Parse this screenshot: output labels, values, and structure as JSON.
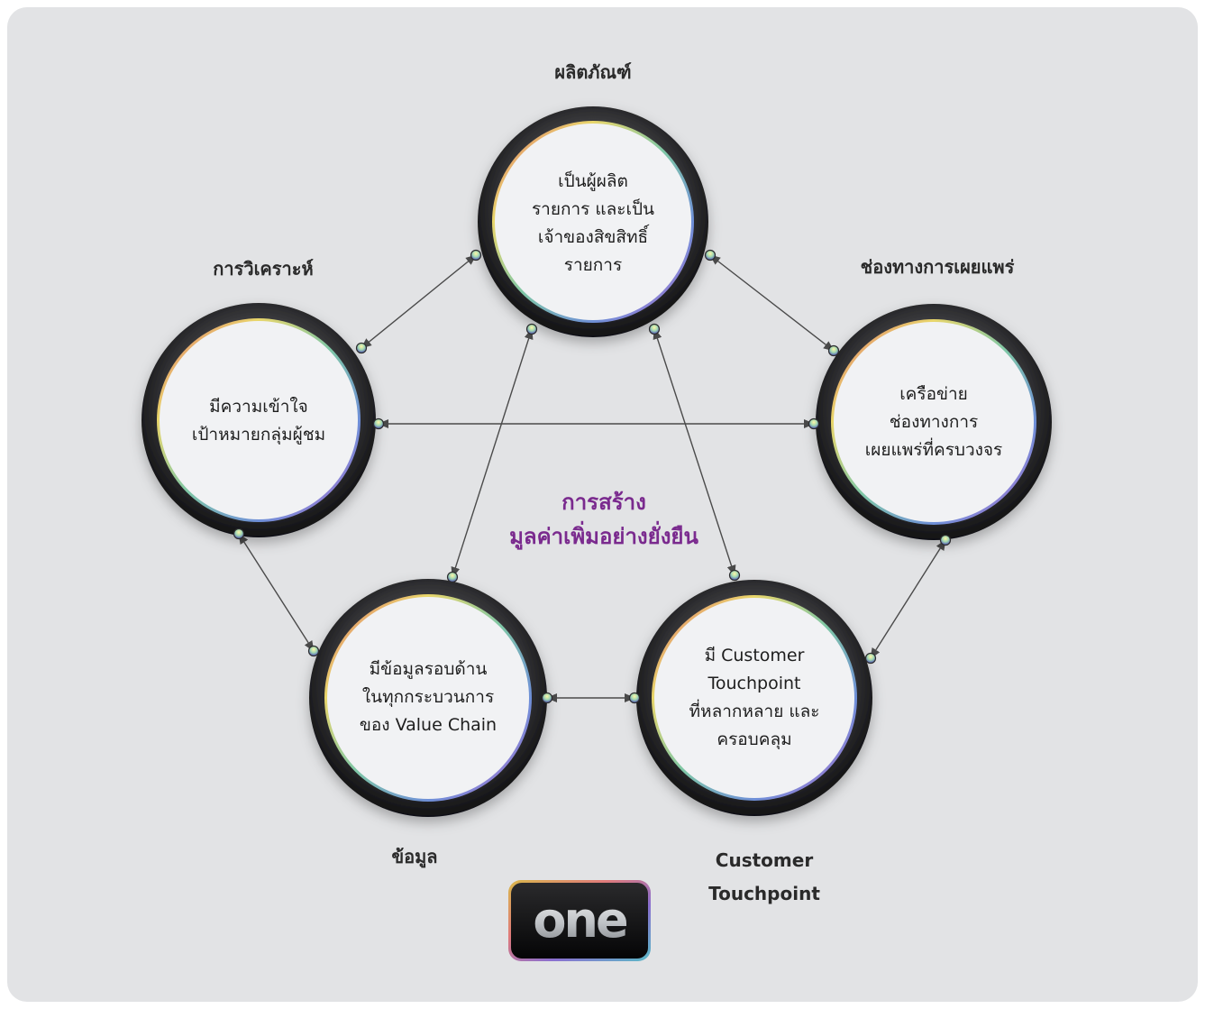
{
  "colors": {
    "background": "#e2e3e5",
    "ring": "#1f1f21",
    "circle_fill": "#f1f2f4",
    "arrow": "#4a4a4a",
    "center_title": "#7a2a8e"
  },
  "center": {
    "line1": "การสร้าง",
    "line2": "มูลค่าเพิ่มอย่างยั่งยืน"
  },
  "nodes": {
    "product": {
      "label": "ผลิตภัณฑ์",
      "lines": [
        "เป็นผู้ผลิต",
        "รายการ และเป็น",
        "เจ้าของสิขสิทธิ์",
        "รายการ"
      ]
    },
    "analysis": {
      "label": "การวิเคราะห์",
      "lines": [
        "มีความเข้าใจ",
        "เป้าหมายกลุ่มผู้ชม"
      ]
    },
    "distribution": {
      "label": "ช่องทางการเผยแพร่",
      "lines": [
        "เครือข่าย",
        "ช่องทางการ",
        "เผยแพร่ที่ครบวงจร"
      ]
    },
    "data": {
      "label": "ข้อมูล",
      "lines": [
        "มีข้อมูลรอบด้าน",
        "ในทุกกระบวนการ",
        "ของ Value Chain"
      ]
    },
    "touchpoint": {
      "label_lines": [
        "Customer",
        "Touchpoint"
      ],
      "lines": [
        "มี Customer",
        "Touchpoint",
        "ที่หลากหลาย และ",
        "ครอบคลุม"
      ]
    }
  },
  "logo": {
    "text": "one"
  }
}
